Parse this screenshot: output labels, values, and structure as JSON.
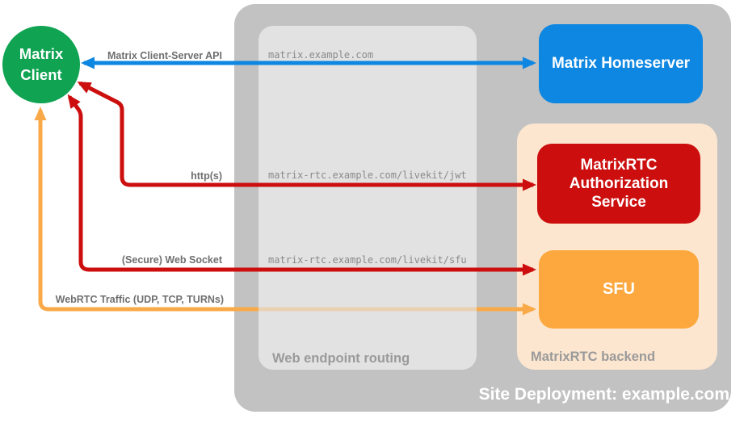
{
  "site": {
    "title": "Site Deployment: example.com",
    "bg_color": "#c2c2c2"
  },
  "client": {
    "line1": "Matrix",
    "line2": "Client",
    "color": "#0fa352"
  },
  "homeserver": {
    "label": "Matrix Homeserver",
    "color": "#0d87e1"
  },
  "auth_service": {
    "label": "MatrixRTC Authorization Service",
    "color": "#cc0e0e"
  },
  "sfu": {
    "label": "SFU",
    "color": "#fca83e"
  },
  "routing": {
    "label": "Web endpoint routing",
    "bg_color": "#e2e2e2",
    "endpoints": [
      "matrix.example.com",
      "matrix-rtc.example.com/livekit/jwt",
      "matrix-rtc.example.com/livekit/sfu"
    ]
  },
  "backend": {
    "label": "MatrixRTC backend",
    "bg_color": "#fce6cf"
  },
  "arrows": {
    "client_server_api": {
      "label": "Matrix Client-Server API",
      "color": "#0d87e1"
    },
    "https": {
      "label": "http(s)",
      "color": "#cc0e0e"
    },
    "websocket": {
      "label": "(Secure) Web Socket",
      "color": "#cc0e0e"
    },
    "webrtc": {
      "label": "WebRTC Traffic (UDP, TCP, TURNs)",
      "color": "#f9a948"
    }
  }
}
